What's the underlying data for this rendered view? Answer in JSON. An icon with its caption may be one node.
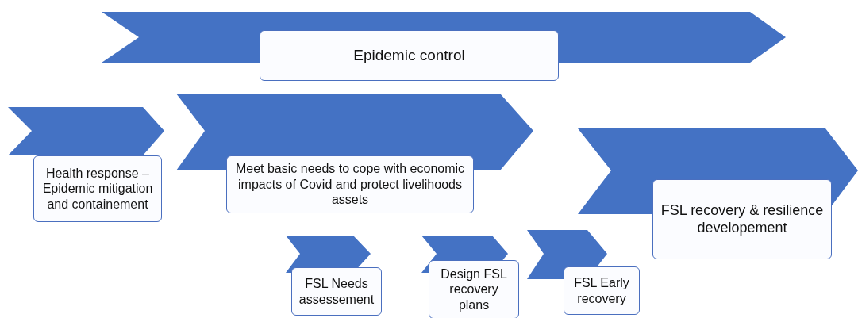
{
  "diagram": {
    "nodes": [
      {
        "text": [],
        "shape": "chevron"
      },
      {
        "text": [
          "Epidemic control"
        ]
      },
      {
        "text": [],
        "shape": "chevron"
      },
      {
        "text": [
          "Health response – Epidemic mitigation and containement"
        ]
      },
      {
        "text": [],
        "shape": "chevron"
      },
      {
        "text": [
          "Meet basic needs to cope with economic impacts of Covid and protect livelihoods assets"
        ]
      },
      {
        "text": [],
        "shape": "chevron"
      },
      {
        "text": [
          "FSL recovery & resilience developement"
        ]
      },
      {
        "text": [],
        "shape": "chevron"
      },
      {
        "text": [
          "FSL Needs assessement"
        ]
      },
      {
        "text": [],
        "shape": "chevron"
      },
      {
        "text": [
          "Design FSL recovery plans"
        ]
      },
      {
        "text": [],
        "shape": "chevron"
      },
      {
        "text": [
          "FSL Early recovery"
        ]
      }
    ]
  }
}
